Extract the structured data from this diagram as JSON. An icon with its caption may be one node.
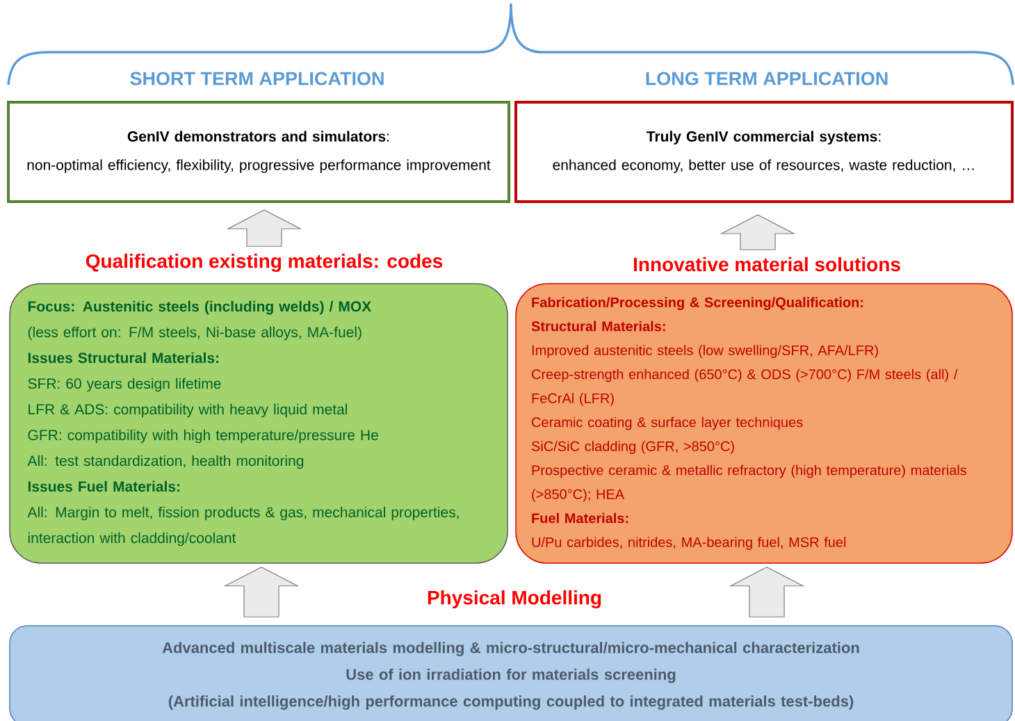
{
  "diagram": {
    "nodes": [
      {
        "text": [
          "**GenIV demonstrators and simulators**:",
          "non-optimal efficiency, flexibility, progressive performance improvement"
        ]
      },
      {
        "text": [
          "**Truly GenIV commercial systems**:",
          "enhanced economy, better use of resources, waste reduction, …"
        ]
      },
      {
        "text": [
          "Qualification existing materials: codes",
          "Focus: Austenitic steels (including welds) / MOX",
          "(less effort on: F/M steels, Ni-base alloys, MA-fuel)",
          "Issues Structural Materials:",
          "SFR: 60 years design lifetime",
          "LFR & ADS: compatibility with heavy liquid metal",
          "GFR: compatibility with high temperature/pressure He",
          "All: test standardization, health monitoring",
          "Issues Fuel Materials:",
          "All: Margin to melt, fission products & gas, mechanical properties, interaction with cladding/coolant"
        ]
      },
      {
        "text": [
          "Innovative material solutions",
          "Fabrication/Processing & Screening/Qualification:",
          "Structural Materials:",
          "Improved austenitic steels (low swelling/SFR, AFA/LFR)",
          "Creep-strength enhanced (650°C) & ODS (>700°C) F/M steels (all) / FeCrAl (LFR)",
          "Ceramic coating & surface layer techniques",
          "SiC/SiC cladding (GFR, >850°C)",
          "Prospective ceramic & metallic refractory (high temperature) materials (>850°C); HEA",
          "Fuel Materials:",
          "U/Pu carbides, nitrides, MA-bearing fuel, MSR fuel"
        ]
      },
      {
        "text": [
          "Physical Modelling",
          "Advanced multiscale materials modelling & micro-structural/micro-mechanical characterization",
          "Use of ion irradiation for materials screening",
          "(Artificial intelligence/high performance computing coupled to integrated materials test-beds)"
        ]
      }
    ],
    "edges": [
      {
        "from": 2,
        "to": 0,
        "arrow": "to"
      },
      {
        "from": 3,
        "to": 1,
        "arrow": "to"
      },
      {
        "from": 4,
        "to": 2,
        "arrow": "to"
      },
      {
        "from": 4,
        "to": 3,
        "arrow": "to"
      }
    ],
    "labels": [
      "SHORT TERM APPLICATION",
      "LONG TERM APPLICATION"
    ]
  }
}
